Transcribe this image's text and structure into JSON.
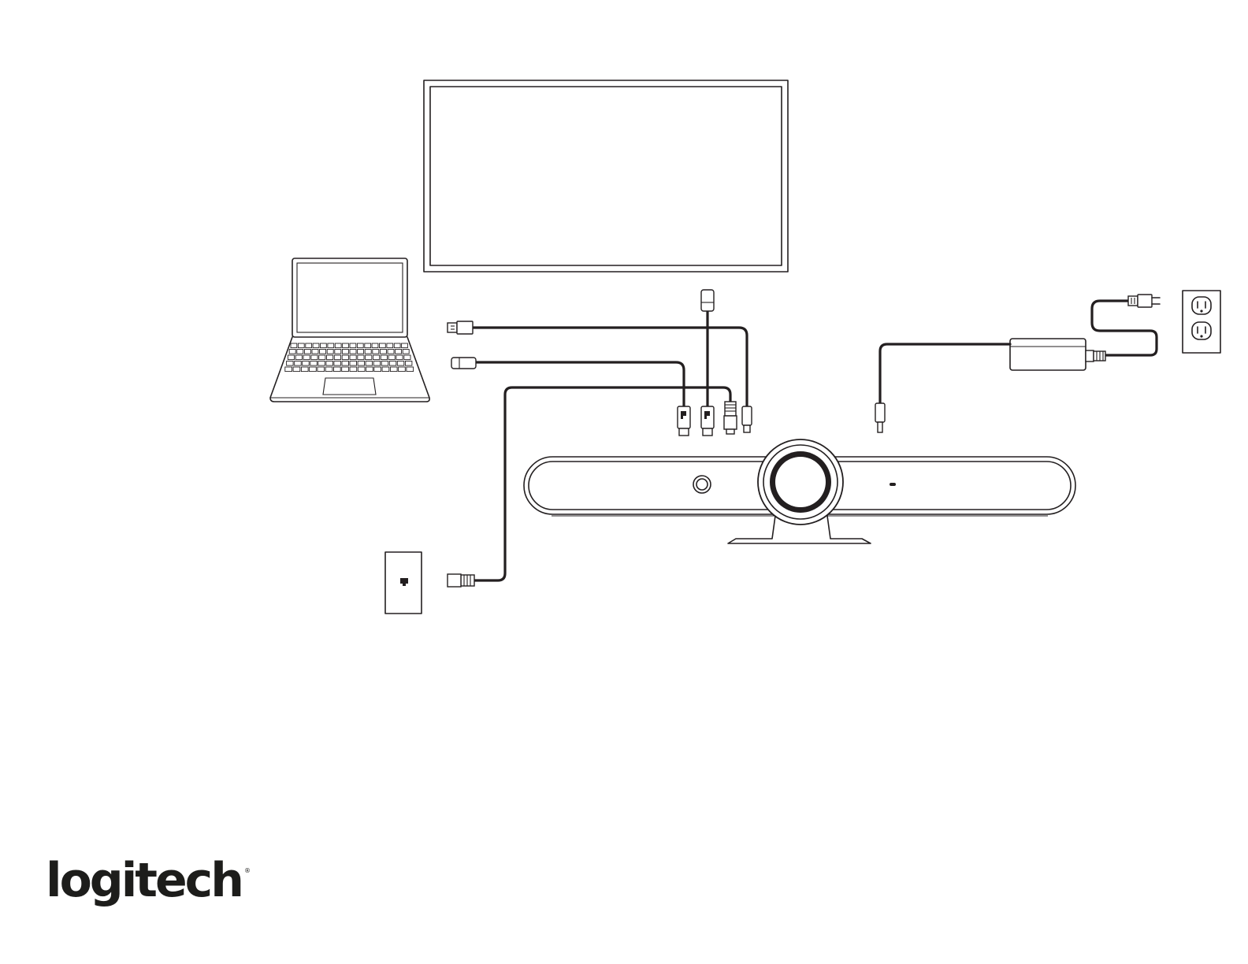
{
  "logo": {
    "text": "logitech",
    "mark": "®"
  },
  "diagram": {
    "components": [
      {
        "name": "display-monitor"
      },
      {
        "name": "laptop"
      },
      {
        "name": "video-bar-camera"
      },
      {
        "name": "network-wall-jack"
      },
      {
        "name": "power-adapter"
      },
      {
        "name": "wall-power-outlet"
      }
    ],
    "cables": [
      {
        "name": "usb-a-cable",
        "from": "laptop",
        "to": "video-bar-camera"
      },
      {
        "name": "usb-c-cable",
        "from": "laptop",
        "to": "video-bar-camera"
      },
      {
        "name": "hdmi-cable",
        "from": "display-monitor",
        "to": "video-bar-camera"
      },
      {
        "name": "ethernet-cable",
        "from": "network-wall-jack",
        "to": "video-bar-camera"
      },
      {
        "name": "power-cable",
        "from": "wall-power-outlet",
        "to": "video-bar-camera"
      }
    ]
  }
}
